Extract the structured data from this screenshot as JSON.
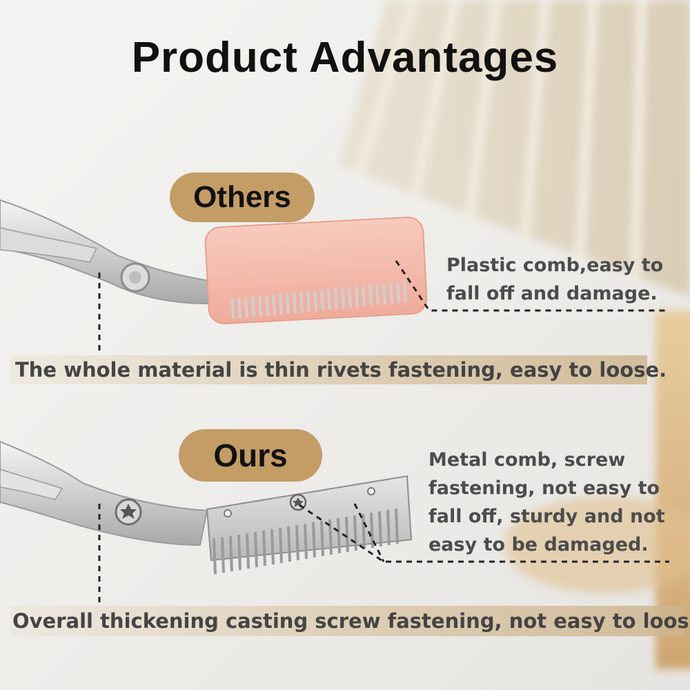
{
  "title": "Product Advantages",
  "others": {
    "label": "Others",
    "note_lines": [
      "Plastic comb,easy to",
      "fall off and damage."
    ],
    "band_text": "The whole material is thin rivets fastening, easy to loose."
  },
  "ours": {
    "label": "Ours",
    "note_lines": [
      "Metal comb, screw",
      "fastening, not easy to",
      "fall off, sturdy and not",
      "easy to be damaged."
    ],
    "band_text": "Overall thickening casting screw fastening, not easy to loose"
  },
  "colors": {
    "pill": "#c39c66",
    "title": "#111111",
    "note_text": "#4c4c4c",
    "plastic_comb": "#f2b6a6",
    "metal": "#c9c9c9"
  },
  "icons": [
    "rivet-icon",
    "torx-screw-icon"
  ]
}
